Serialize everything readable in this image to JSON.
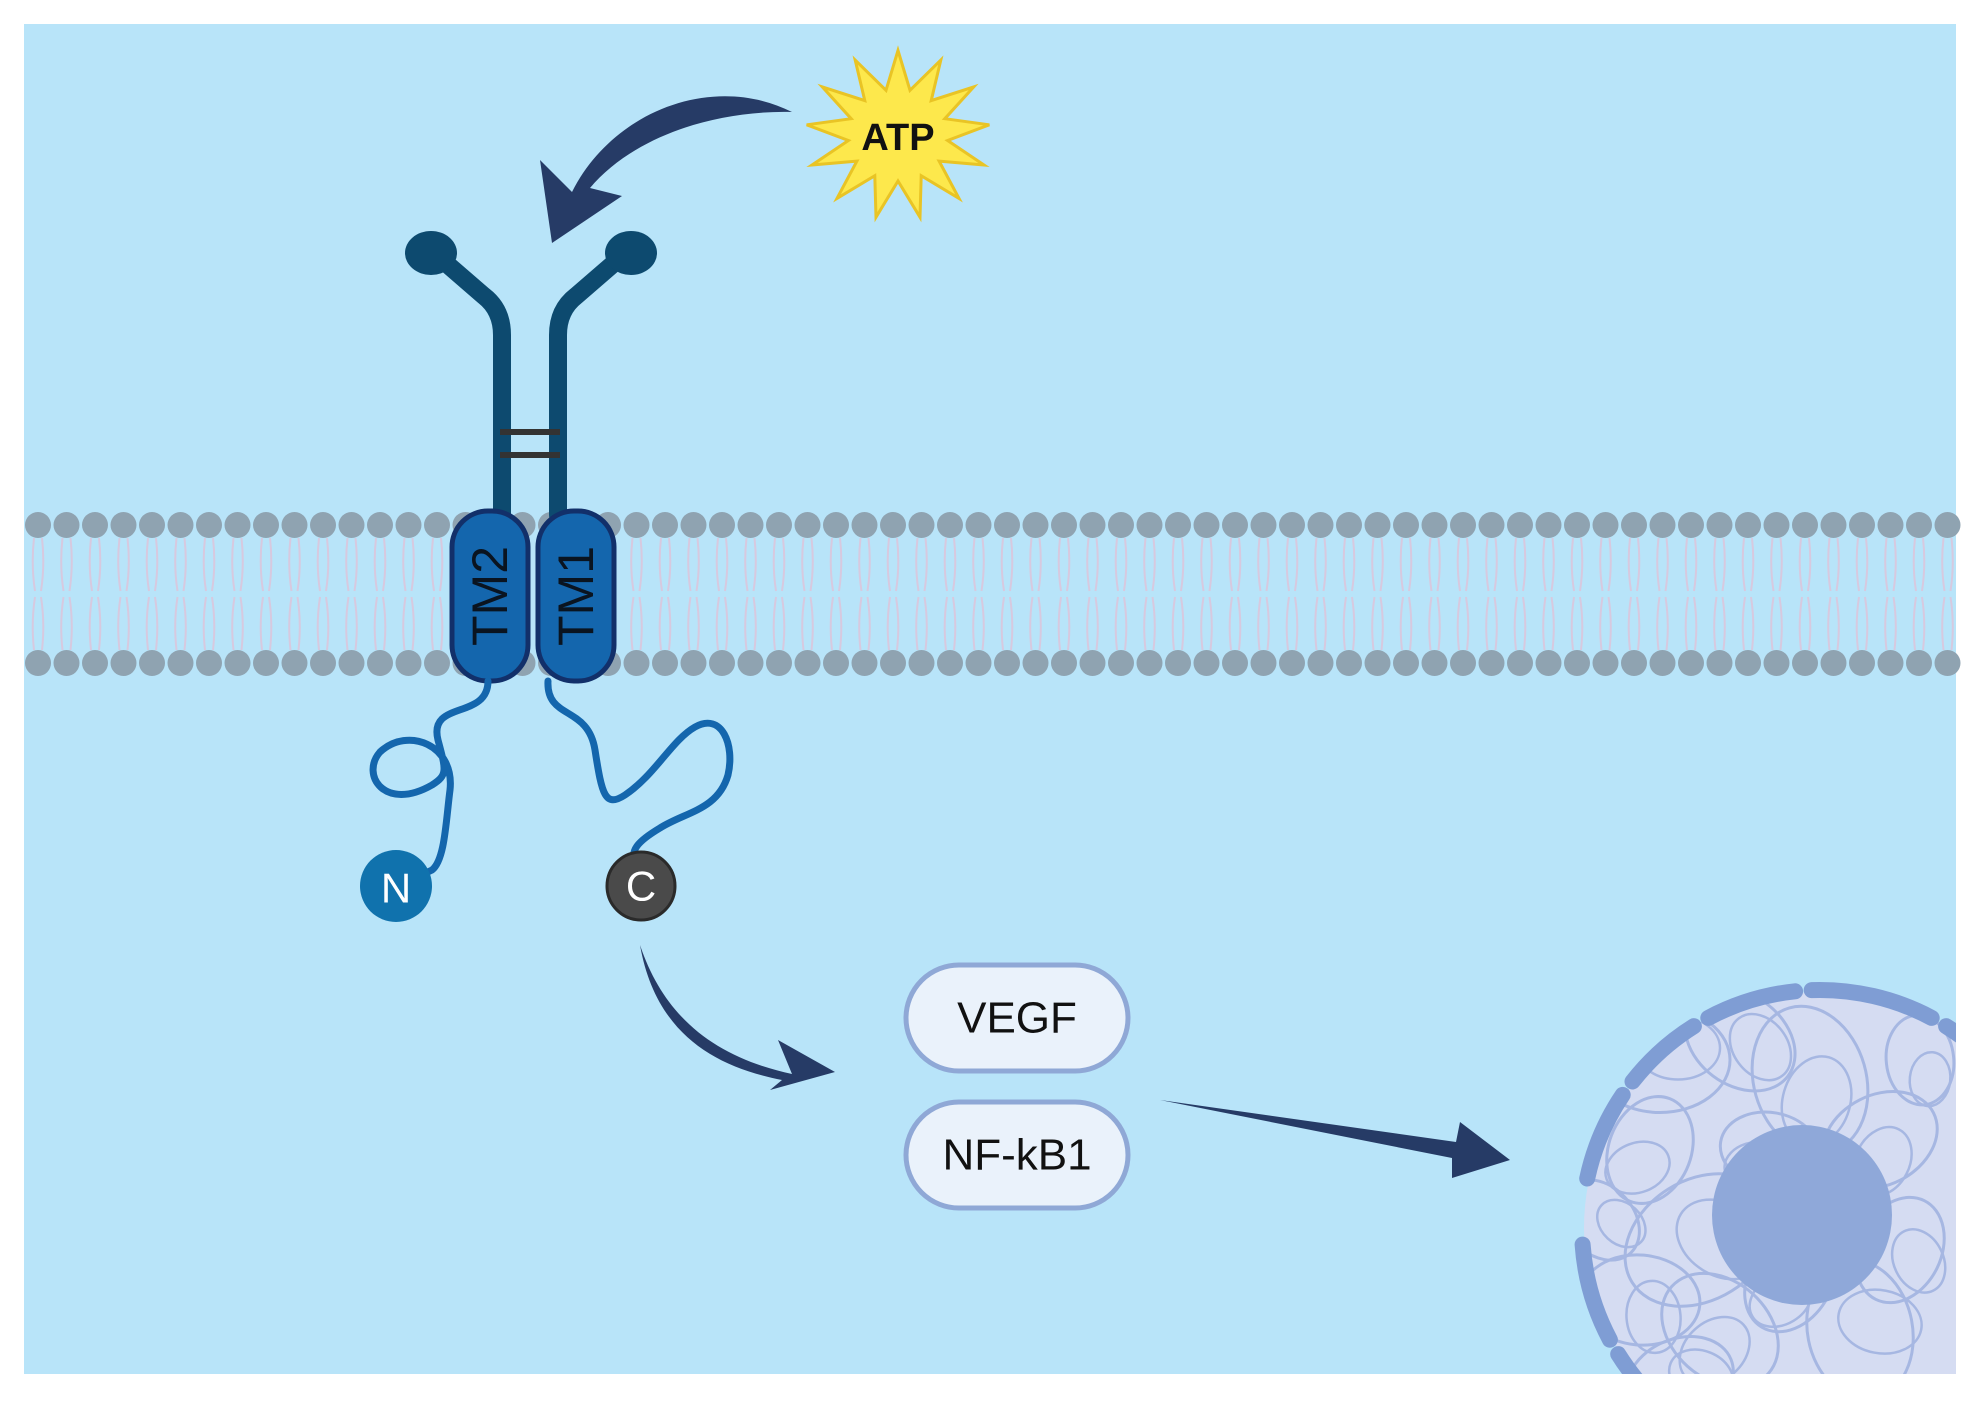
{
  "diagram": {
    "ligand": {
      "label": "ATP"
    },
    "receptor": {
      "domains": [
        {
          "id": "tm2",
          "label": "TM2"
        },
        {
          "id": "tm1",
          "label": "TM1"
        }
      ],
      "n_terminus": {
        "label": "N"
      },
      "c_terminus": {
        "label": "C"
      }
    },
    "targets": [
      {
        "id": "vegf",
        "label": "VEGF"
      },
      {
        "id": "nfkb1",
        "label": "NF-kB1"
      }
    ]
  },
  "colors": {
    "background": "#b8e4f9",
    "membrane_head": "#8fa3b1",
    "receptor_dark": "#0d4a6f",
    "receptor_domain": "#1466ad",
    "arrow": "#263b66",
    "atp_burst": "#fde84c",
    "n_terminus": "#1072ad",
    "c_terminus": "#4a4a4a",
    "target_box": "#eaf2fb",
    "nucleus": "#d5dcf2",
    "nucleolus": "#8fa8d9"
  }
}
